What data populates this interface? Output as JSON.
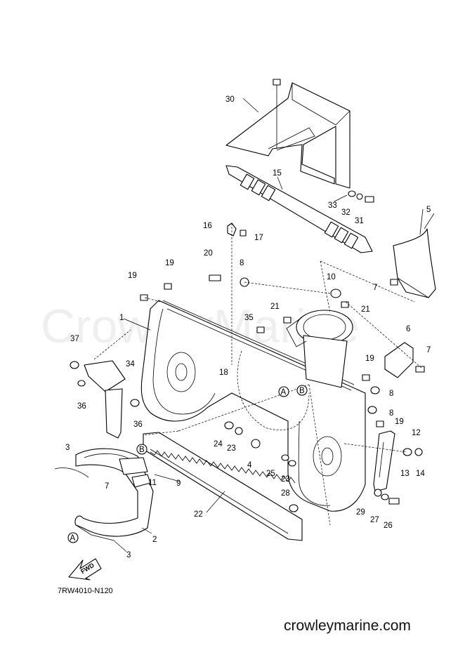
{
  "diagram": {
    "callouts": [
      "30",
      "15",
      "33",
      "32",
      "31",
      "5",
      "16",
      "17",
      "20",
      "8",
      "19",
      "19",
      "10",
      "21",
      "21",
      "7",
      "1",
      "35",
      "6",
      "7",
      "37",
      "34",
      "18",
      "19",
      "36",
      "36",
      "8",
      "8",
      "19",
      "12",
      "3",
      "24",
      "23",
      "4",
      "25",
      "23",
      "13",
      "14",
      "9",
      "11",
      "7",
      "28",
      "22",
      "29",
      "27",
      "26",
      "2",
      "3"
    ],
    "ref_markers": [
      "A",
      "B",
      "B",
      "A"
    ],
    "fwd_label": "FWD",
    "watermark": "CrowleyMarine"
  },
  "footer": {
    "doc_code": "7RW4010-N120",
    "site_url": "crowleymarine.com"
  }
}
